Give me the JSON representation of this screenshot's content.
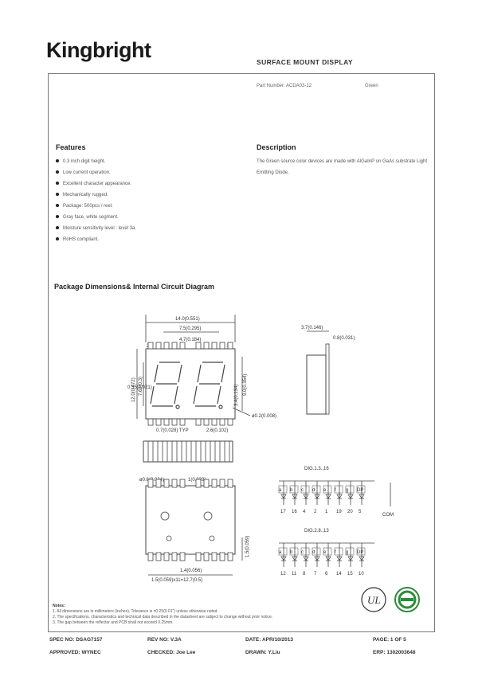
{
  "header": {
    "logo": "Kingbright",
    "doc_title": "SURFACE MOUNT DISPLAY",
    "part_number_label": "Part Number: ACDA03-12",
    "color_label": "Green"
  },
  "features": {
    "title": "Features",
    "items": [
      "0.3 inch digit height.",
      "Low current operation.",
      "Excellent character appearance.",
      "Mechanically rugged.",
      "Package: 500pcs / reel.",
      "Gray face, white segment.",
      "Moisture sensitivity level : level 3a.",
      "RoHS compliant."
    ]
  },
  "description": {
    "title": "Description",
    "text": "The Green source color devices are made with AlGaInP on GaAs substrate Light Emitting Diode."
  },
  "package": {
    "title": "Package Dimensions& Internal Circuit Diagram",
    "dims": {
      "width_total": "14.0(0.551)",
      "digit_pitch": "7.5(0.295)",
      "seg_width": "4.7(0.184)",
      "height_total": "12.0(0.472)",
      "seg_height": "7.62(0.3)",
      "dp_offset": "0.55(0.021)",
      "inner_height": "9.0(0.354)",
      "pin_span": "3.4(0.134)",
      "dp_hole": "ø0.2(0.008)",
      "pin_pitch": "0.7(0.028) TYP",
      "pin_len": "2.6(0.102)",
      "side_depth": "3.7(0.146)",
      "side_lip": "0.8(0.031)",
      "pad_dia": "ø0.6(0.024)",
      "pad_gap": "1(0.039)",
      "pad_len": "1.5(0.059)",
      "pad_row": "1.4(0.056)",
      "pad_total": "1.5(0.059)x11=12.7(0.5)"
    },
    "dig1_label": "DIG.1.3.,16",
    "dig2_label": "DIG.2.8.,13",
    "segments": [
      "a",
      "b",
      "c",
      "d",
      "e",
      "f",
      "g",
      "DP"
    ],
    "dig1_pins": [
      "17",
      "16",
      "4",
      "2",
      "1",
      "19",
      "20",
      "5"
    ],
    "com_label": "COM",
    "dig2_pins": [
      "12",
      "11",
      "8",
      "7",
      "6",
      "14",
      "15",
      "10"
    ],
    "pin_label_20": "20",
    "pin_label_11": "11"
  },
  "notes": {
    "title": "Notes:",
    "lines": [
      "1. All dimensions are in millimeters (inches), Tolerance is ±0.25(0.01\") unless otherwise noted.",
      "2. The specifications, characteristics and technical data described in the datasheet are subject to change without prior notice.",
      "3. The gap between the reflector and PCB shall not exceed 0.25mm."
    ]
  },
  "footer": {
    "spec_no": "SPEC NO: DSAG7157",
    "rev_no": "REV NO: V.3A",
    "date": "DATE: APR/10/2013",
    "page": "PAGE: 1 OF 5",
    "approved": "APPROVED: WYNEC",
    "checked": "CHECKED: Joe Lee",
    "drawn": "DRAWN: Y.Liu",
    "erp": "ERP: 1302003648"
  },
  "colors": {
    "frame": "#777777",
    "text": "#222222",
    "cert_green": "#2e8b3a"
  }
}
